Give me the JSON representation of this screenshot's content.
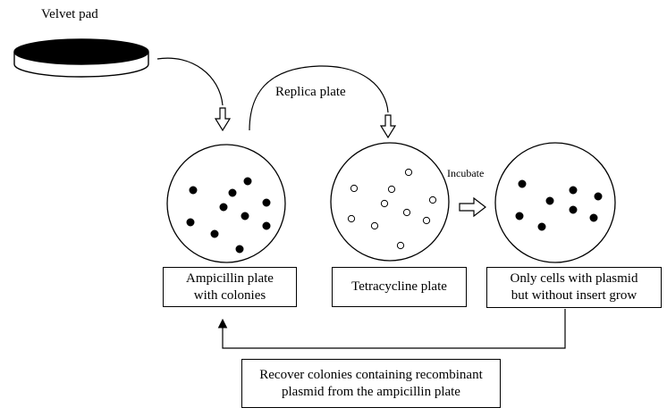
{
  "velvet_pad": {
    "label": "Velvet pad"
  },
  "replica": {
    "label": "Replica plate"
  },
  "incubate": {
    "label": "Incubate"
  },
  "plates": [
    {
      "name": "ampicillin",
      "line1": "Ampicillin plate",
      "line2": "with colonies",
      "colony_fill": "#000000"
    },
    {
      "name": "tetracycline",
      "line1": "Tetracycline plate",
      "colony_fill": "#ffffff"
    },
    {
      "name": "plasmid-only",
      "line1": "Only cells with plasmid",
      "line2": "but without insert grow",
      "colony_fill": "#000000"
    }
  ],
  "recover": {
    "line1": "Recover colonies containing recombinant",
    "line2": "plasmid from the ampicillin plate"
  }
}
